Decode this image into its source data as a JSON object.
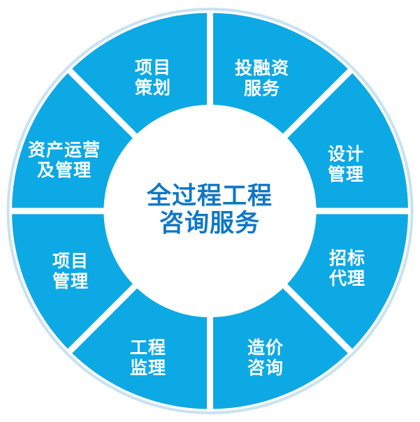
{
  "center_label": {
    "line1": "全过程工程",
    "line2": "咨询服务"
  },
  "segments": [
    {
      "id": "project-planning",
      "line1": "项目",
      "line2": "策划"
    },
    {
      "id": "investment-financing-service",
      "line1": "投融资",
      "line2": "服务"
    },
    {
      "id": "design-management",
      "line1": "设计",
      "line2": "管理"
    },
    {
      "id": "bidding-agency",
      "line1": "招标",
      "line2": "代理"
    },
    {
      "id": "cost-consulting",
      "line1": "造价",
      "line2": "咨询"
    },
    {
      "id": "engineering-supervision",
      "line1": "工程",
      "line2": "监理"
    },
    {
      "id": "project-management",
      "line1": "项目",
      "line2": "管理"
    },
    {
      "id": "asset-operation-and-management",
      "line1": "资产运营",
      "line2": "及管理"
    }
  ],
  "colors": {
    "segment_blue": "#0CA9E5",
    "outer_rim_light_blue": "#C8E2F0",
    "gap_white": "#FFFFFF",
    "center_text_blue": "#0F77C6",
    "label_text_white": "#FFFFFF"
  }
}
